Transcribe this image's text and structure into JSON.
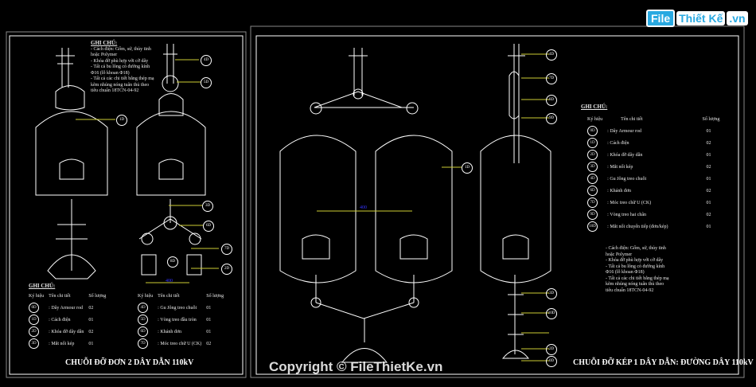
{
  "logo": {
    "text_a": "File",
    "text_b": "Thiết Kế",
    "text_c": ".vn"
  },
  "watermark": "Copyright © FileThietKe.vn",
  "left": {
    "notes_title": "GHI CHÚ:",
    "notes": [
      "- Cách điện: Gốm, sứ, thủy tinh",
      "hoặc Polymer",
      "- Khóa đỡ phù hợp với cỡ dây",
      "- Tất cả bu lông có đường kính",
      "Φ16 (lỗ khoan Φ18)",
      "- Tất cả các chi tiết bằng thép mạ",
      "kẽm nhúng nóng tuân thủ theo",
      "tiêu chuẩn 18TCN-04-92"
    ],
    "legend_title": "GHI CHÚ:",
    "headers": [
      "Ký hiệu",
      "Tên chi tiết",
      "Số lượng"
    ],
    "legend_a": [
      {
        "sym": "0D",
        "name": ": Dây Armour rod",
        "qty": "02"
      },
      {
        "sym": "1D",
        "name": ": Cách điện",
        "qty": "01"
      },
      {
        "sym": "2D",
        "name": ": Khóa đỡ dây dẫn",
        "qty": "02"
      },
      {
        "sym": "3D",
        "name": ": Mắt nối kép",
        "qty": "01"
      }
    ],
    "legend_b": [
      {
        "sym": "4D",
        "name": ": Gu Jông treo chuỗi",
        "qty": "01"
      },
      {
        "sym": "5D",
        "name": ": Vòng treo đầu tròn",
        "qty": "01"
      },
      {
        "sym": "6D",
        "name": ": Khánh đơn",
        "qty": "01"
      },
      {
        "sym": "7D",
        "name": ": Móc treo chữ U (CK)",
        "qty": "02"
      }
    ],
    "title": "CHUỖI ĐỠ ĐƠN 2 DÂY DẪN 110kV",
    "callouts": [
      "1D",
      "4D",
      "5D",
      "3D",
      "6D",
      "7D",
      "2D",
      "8D"
    ],
    "dimension": "400"
  },
  "right": {
    "legend_title": "GHI CHÚ:",
    "headers": [
      "Ký hiệu",
      "Tên chi tiết",
      "Số lượng"
    ],
    "legend": [
      {
        "sym": "0D",
        "name": ": Dây Armour rod",
        "qty": "01"
      },
      {
        "sym": "1D",
        "name": ": Cách điện",
        "qty": "02"
      },
      {
        "sym": "2D",
        "name": ": Khóa đỡ dây dẫn",
        "qty": "01"
      },
      {
        "sym": "3D",
        "name": ": Mắt nối kép",
        "qty": "02"
      },
      {
        "sym": "4D",
        "name": ": Gu Jông treo chuỗi",
        "qty": "01"
      },
      {
        "sym": "6D",
        "name": ": Khánh đơn",
        "qty": "02"
      },
      {
        "sym": "7D",
        "name": ": Móc treo chữ U (CK)",
        "qty": "01"
      },
      {
        "sym": "9D",
        "name": ": Vòng treo hai chân",
        "qty": "02"
      },
      {
        "sym": "10D",
        "name": ": Mắt nối chuyển tiếp (đơn/kép)",
        "qty": "01"
      }
    ],
    "notes": [
      "- Cách điện: Gốm, sứ, thủy tinh",
      "hoặc Polymer",
      "- Khóa đỡ phù hợp với cỡ dây",
      "- Tất cả bu lông có đường kính",
      "Φ16 (lỗ khoan Φ18)",
      "- Tất cả các chi tiết bằng thép mạ",
      "kẽm nhúng nóng tuân thủ theo",
      "tiêu chuẩn 18TCN-04-92"
    ],
    "title": "CHUỖI ĐỠ KÉP 1 DÂY DẪN: ĐƯỜNG DÂY 110kV",
    "callouts": [
      "1D",
      "4D",
      "7D",
      "8D",
      "9D",
      "3D",
      "10D",
      "2D",
      "0D"
    ],
    "dimension": "400"
  }
}
